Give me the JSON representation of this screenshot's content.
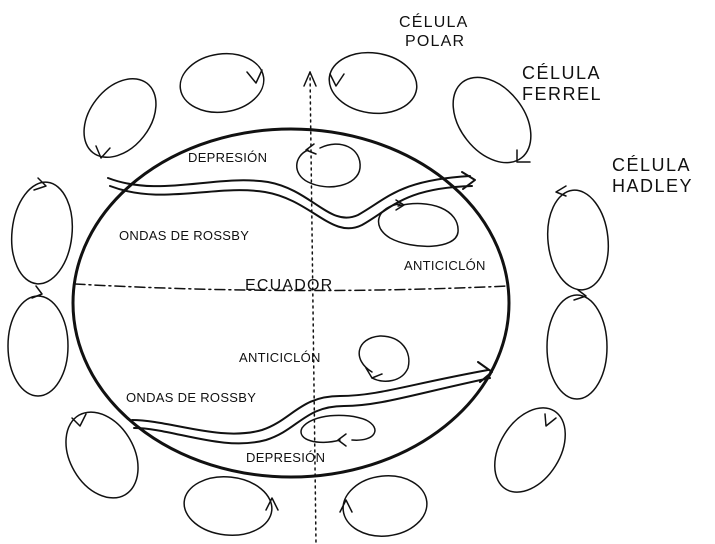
{
  "labels": {
    "polar_cell": [
      "CÉLULA",
      "POLAR"
    ],
    "ferrel_cell": [
      "CÉLULA",
      "FERREL"
    ],
    "hadley_cell": [
      "CÉLULA",
      "HADLEY"
    ],
    "equator": "ECUADOR",
    "depression_north": "DEPRESIÓN",
    "rossby_north": "ONDAS DE ROSSBY",
    "anticyclone_north": "ANTICICLÓN",
    "anticyclone_south": "ANTICICLÓN",
    "rossby_south": "ONDAS DE ROSSBY",
    "depression_south": "DEPRESIÓN"
  },
  "colors": {
    "ink": "#111111",
    "background": "#ffffff"
  }
}
